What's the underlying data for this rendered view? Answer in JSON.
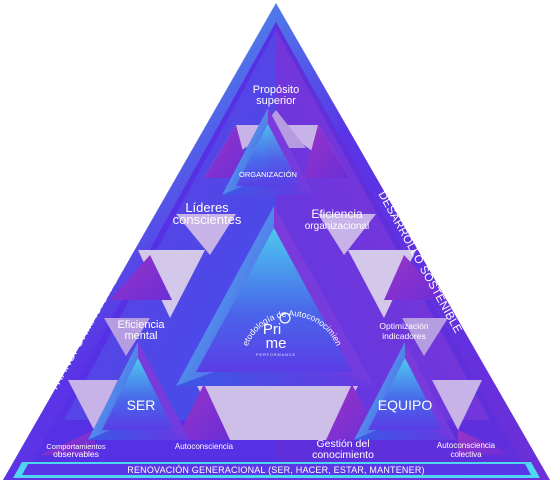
{
  "labels": {
    "proposito_line1": "Propósito",
    "proposito_line2": "superior",
    "organizacion": "ORGANIZACIÓN",
    "lideres_line1": "Líderes",
    "lideres_line2": "conscientes",
    "eficiencia_org_line1": "Eficiencia",
    "eficiencia_org_line2": "organizacional",
    "eficiencia_mental_line1": "Eficiencia",
    "eficiencia_mental_line2": "mental",
    "optimizacion_line1": "Optimización",
    "optimizacion_line2": "indicadores",
    "ser": "SER",
    "equipo": "EQUIPO",
    "comportamientos_line1": "Comportamientos",
    "comportamientos_line2": "observables",
    "autoconsciencia": "Autoconsciencia",
    "gestion_line1": "Gestión del",
    "gestion_line2": "conocimiento",
    "autoconsciencia_colectiva_line1": "Autoconsciencia",
    "autoconsciencia_colectiva_line2": "colectiva"
  },
  "edges": {
    "left": "TRANSFORMACIÓN DIGITAL Y TECNOLÓGICA",
    "right": "DESARROLLO SOSTENIBLE",
    "bottom": "RENOVACIÓN GENERACIONAL (SER, HACER, ESTAR, MANTENER)"
  },
  "center": {
    "arc_text": "Metodología de Autoconocimiento",
    "logo_top": "Pri",
    "logo_bottom": "me",
    "logo_sub": "PERFORMANCE"
  },
  "colors": {
    "frame_purple": "#5b2ee8",
    "frame_cyan": "#4fd6f0",
    "lilac": "#c9b8e6",
    "pale": "#d6ccec",
    "magenta": "#8c32c8",
    "violet": "#6434e0",
    "blue": "#3c5ae8"
  }
}
